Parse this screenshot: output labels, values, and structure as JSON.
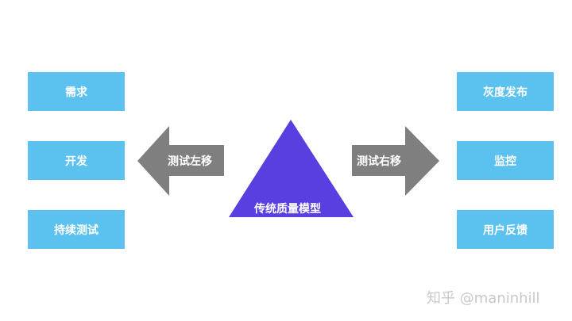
{
  "left_boxes": [
    "需求",
    "开发",
    "持续测试"
  ],
  "right_boxes": [
    "灰度发布",
    "监控",
    "用户反馈"
  ],
  "left_arrow": "测试左移",
  "right_arrow": "测试右移",
  "center": "传统质量模型",
  "watermark": "知乎 @maninhill",
  "colors": {
    "box": "#5bc1ef",
    "arrow": "#7f7f7f",
    "triangle": "#5a3fe0"
  }
}
